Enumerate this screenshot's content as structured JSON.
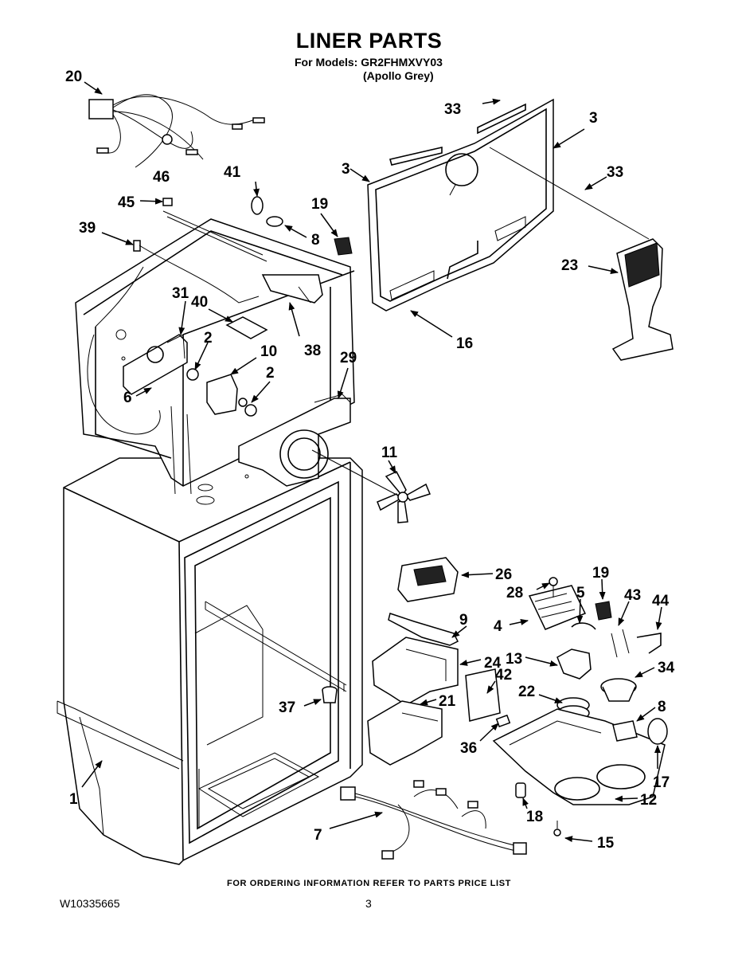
{
  "header": {
    "title": "LINER PARTS",
    "models_line": "For Models: GR2FHMXVY03",
    "color_line": "(Apollo Grey)"
  },
  "footer": {
    "ordering_note": "FOR ORDERING INFORMATION REFER TO PARTS PRICE LIST",
    "document_number": "W10335665",
    "page_number": "3"
  },
  "callouts": {
    "p1": "1",
    "p2a": "2",
    "p2b": "2",
    "p3a": "3",
    "p3b": "3",
    "p4": "4",
    "p5": "5",
    "p6": "6",
    "p7": "7",
    "p8a": "8",
    "p8b": "8",
    "p9": "9",
    "p10": "10",
    "p11": "11",
    "p12": "12",
    "p13": "13",
    "p15": "15",
    "p16": "16",
    "p17": "17",
    "p18": "18",
    "p19a": "19",
    "p19b": "19",
    "p20": "20",
    "p21": "21",
    "p22": "22",
    "p23": "23",
    "p24": "24",
    "p26": "26",
    "p28": "28",
    "p29": "29",
    "p31": "31",
    "p33a": "33",
    "p33b": "33",
    "p34": "34",
    "p36": "36",
    "p37": "37",
    "p38": "38",
    "p39": "39",
    "p40": "40",
    "p41": "41",
    "p42": "42",
    "p43": "43",
    "p44": "44",
    "p45": "45",
    "p46": "46"
  }
}
